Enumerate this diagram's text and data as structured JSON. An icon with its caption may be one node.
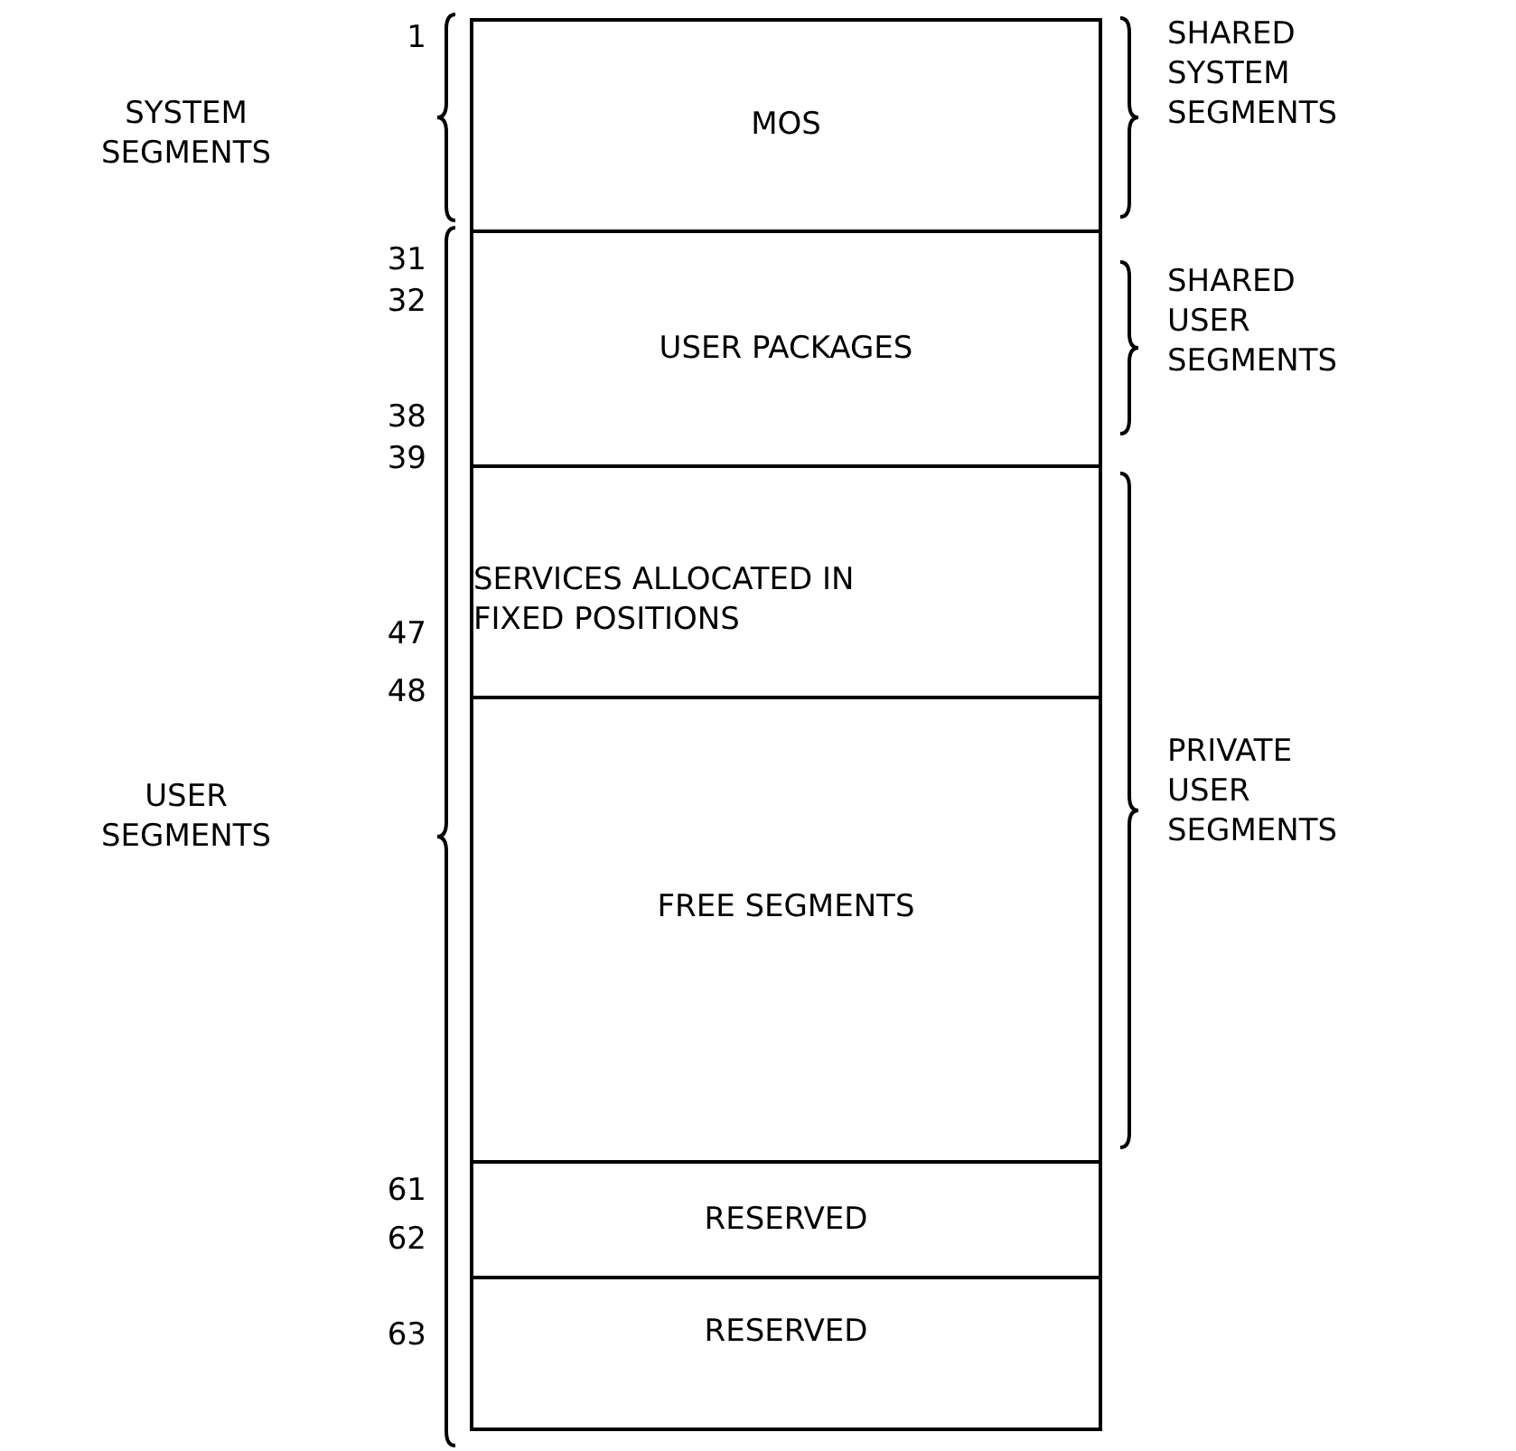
{
  "diagram": {
    "nodes": [
      {
        "text": [
          "MOS"
        ]
      },
      {
        "text": [
          "USER PACKAGES"
        ]
      },
      {
        "text": [
          "SERVICES ALLOCATED IN FIXED POSITIONS"
        ]
      },
      {
        "text": [
          "FREE SEGMENTS"
        ]
      },
      {
        "text": [
          "RESERVED"
        ]
      },
      {
        "text": [
          "RESERVED"
        ]
      }
    ],
    "labels": [
      "1",
      "SYSTEM SEGMENTS",
      "SHARED SYSTEM SEGMENTS",
      "31",
      "32",
      "SHARED USER SEGMENTS",
      "38",
      "39",
      "47",
      "48",
      "USER SEGMENTS",
      "PRIVATE USER SEGMENTS",
      "61",
      "62",
      "63"
    ]
  }
}
